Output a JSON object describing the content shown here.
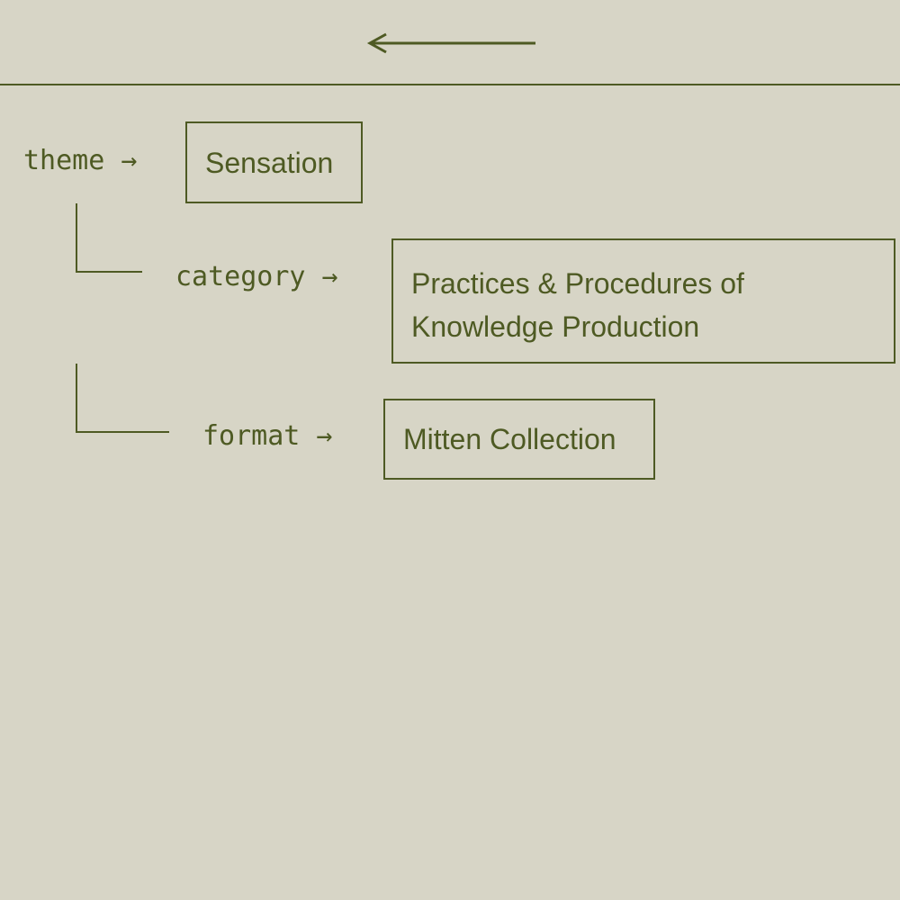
{
  "header": {
    "back_icon": "left-arrow-icon"
  },
  "rows": {
    "theme": {
      "key": "theme →",
      "value": "Sensation"
    },
    "category": {
      "key": "category →",
      "value_line1": "Practices & Procedures of",
      "value_line2": "Knowledge Production"
    },
    "format": {
      "key": "format →",
      "value": "Mitten Collection"
    }
  },
  "colors": {
    "background": "#d7d5c6",
    "ink": "#4e5a23"
  }
}
